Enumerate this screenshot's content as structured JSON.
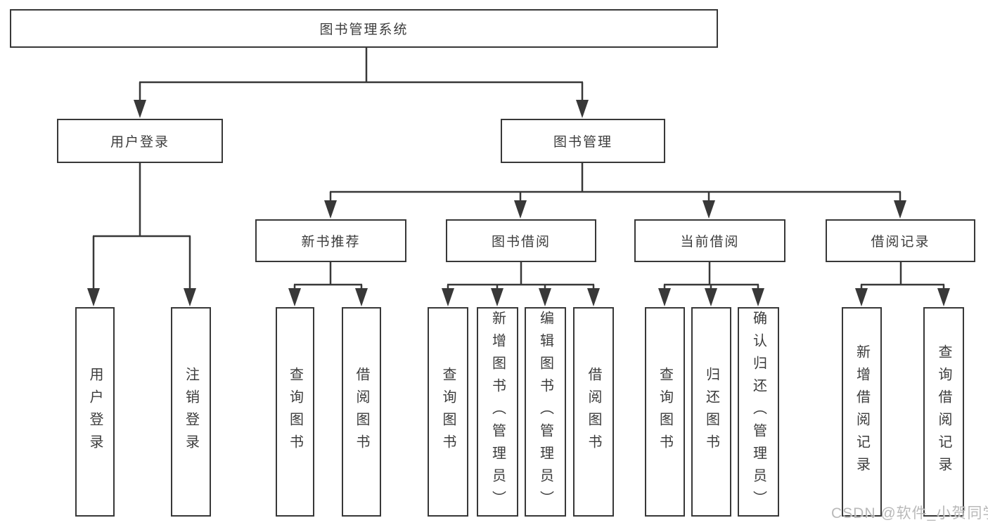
{
  "diagram": {
    "root": {
      "label": "图书管理系统"
    },
    "level2": [
      {
        "label": "用户登录",
        "children": [
          {
            "label": "用户登录"
          },
          {
            "label": "注销登录"
          }
        ]
      },
      {
        "label": "图书管理",
        "children": [
          {
            "label": "新书推荐",
            "children": [
              {
                "label": "查询图书"
              },
              {
                "label": "借阅图书"
              }
            ]
          },
          {
            "label": "图书借阅",
            "children": [
              {
                "label": "查询图书"
              },
              {
                "label": "新增图书（管理员）"
              },
              {
                "label": "编辑图书（管理员）"
              },
              {
                "label": "借阅图书"
              }
            ]
          },
          {
            "label": "当前借阅",
            "children": [
              {
                "label": "查询图书"
              },
              {
                "label": "归还图书"
              },
              {
                "label": "确认归还（管理员）"
              }
            ]
          },
          {
            "label": "借阅记录",
            "children": [
              {
                "label": "新增借阅记录"
              },
              {
                "label": "查询借阅记录"
              }
            ]
          }
        ]
      }
    ]
  },
  "watermark": {
    "text": "CSDN @软件_小贺同学"
  },
  "colors": {
    "line": "#383838",
    "text": "#3c3c3c",
    "watermark": "#b2b2b2",
    "background": "#ffffff"
  }
}
